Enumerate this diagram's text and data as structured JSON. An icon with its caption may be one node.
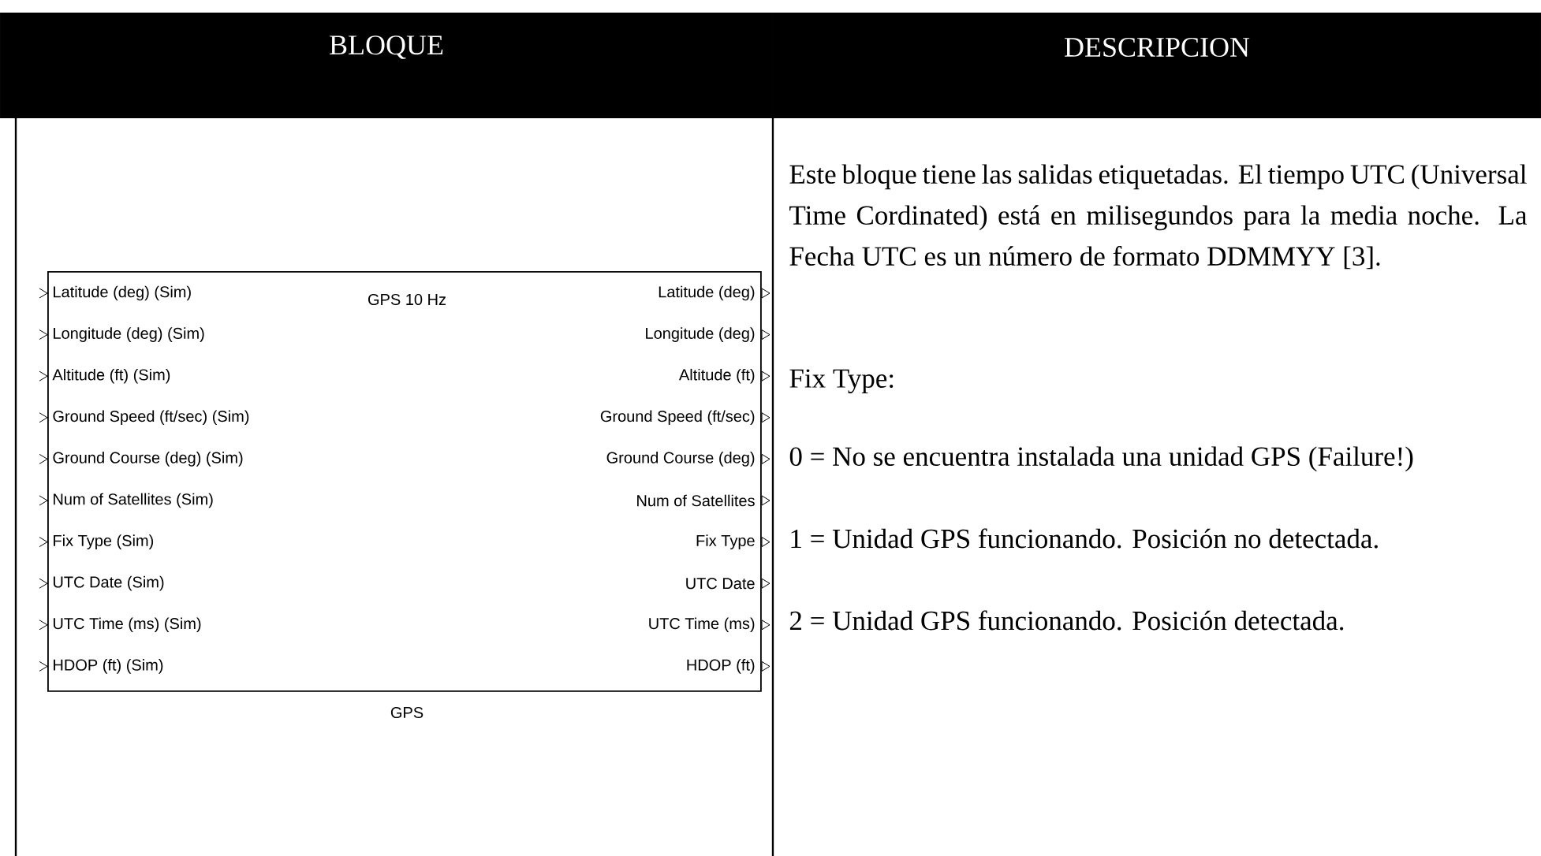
{
  "diagram": {
    "nodes": [
      {
        "text": [
          "GPS 10 Hz",
          "Latitude (deg) (Sim)",
          "Longitude (deg) (Sim)",
          "Altitude (ft) (Sim)",
          "Ground Speed (ft/sec) (Sim)",
          "Ground Course (deg) (Sim)",
          "Num of Satellites (Sim)",
          "Fix Type (Sim)",
          "UTC Date (Sim)",
          "UTC Time (ms) (Sim)",
          "HDOP (ft) (Sim)",
          "Latitude (deg)",
          "Longitude (deg)",
          "Altitude (ft)",
          "Ground Speed (ft/sec)",
          "Ground Course (deg)",
          "Num of Satellites",
          "Fix Type",
          "UTC Date",
          "UTC Time (ms)",
          "HDOP (ft)"
        ],
        "beside": [
          "GPS"
        ]
      }
    ],
    "labels": [
      "BLOQUE",
      "DESCRIPCION",
      "Este bloque tiene las salidas etiquetadas. El tiempo UTC (Universal Time Cordinated) está en milisegundos para la media noche. La Fecha UTC es un número de formato DDMMYY [3].",
      "Fix Type:",
      "0 = No se encuentra instalada una unidad GPS (Failure!)",
      "1 = Unidad GPS funcionando. Posición no detectada.",
      "2 = Unidad GPS funcionando. Posición detectada."
    ]
  }
}
